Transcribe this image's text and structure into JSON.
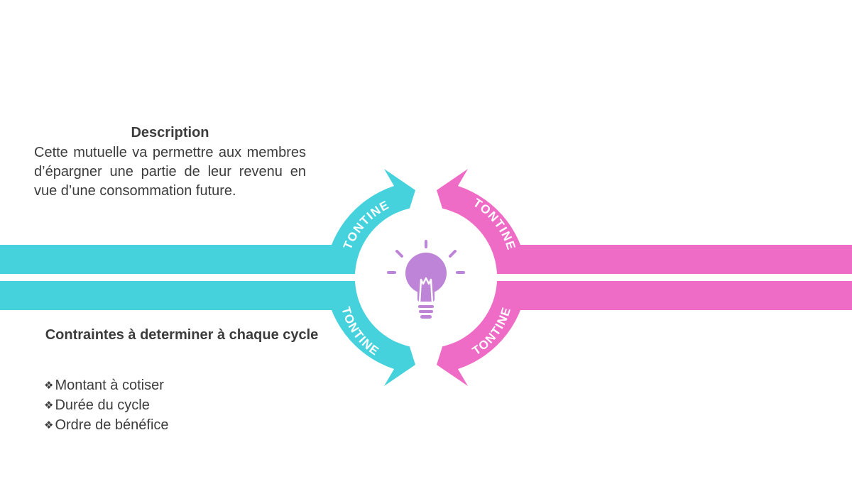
{
  "description": {
    "title": "Description",
    "body": "Cette mutuelle va permettre aux membres d’épargner une partie de leur revenu en vue d’une consommation future."
  },
  "constraints": {
    "title": "Contraintes à determiner à chaque cycle",
    "bullet": "❖",
    "items": [
      "Montant à cotiser",
      "Durée du cycle",
      "Ordre de bénéfice"
    ]
  },
  "arrows": {
    "label": "TONTINE"
  },
  "colors": {
    "cyan": "#46d2dc",
    "pink": "#ef6cc6",
    "bulb": "#bd84d8",
    "text": "#3c3c3c"
  },
  "icons": {
    "center": "lightbulb-icon"
  }
}
